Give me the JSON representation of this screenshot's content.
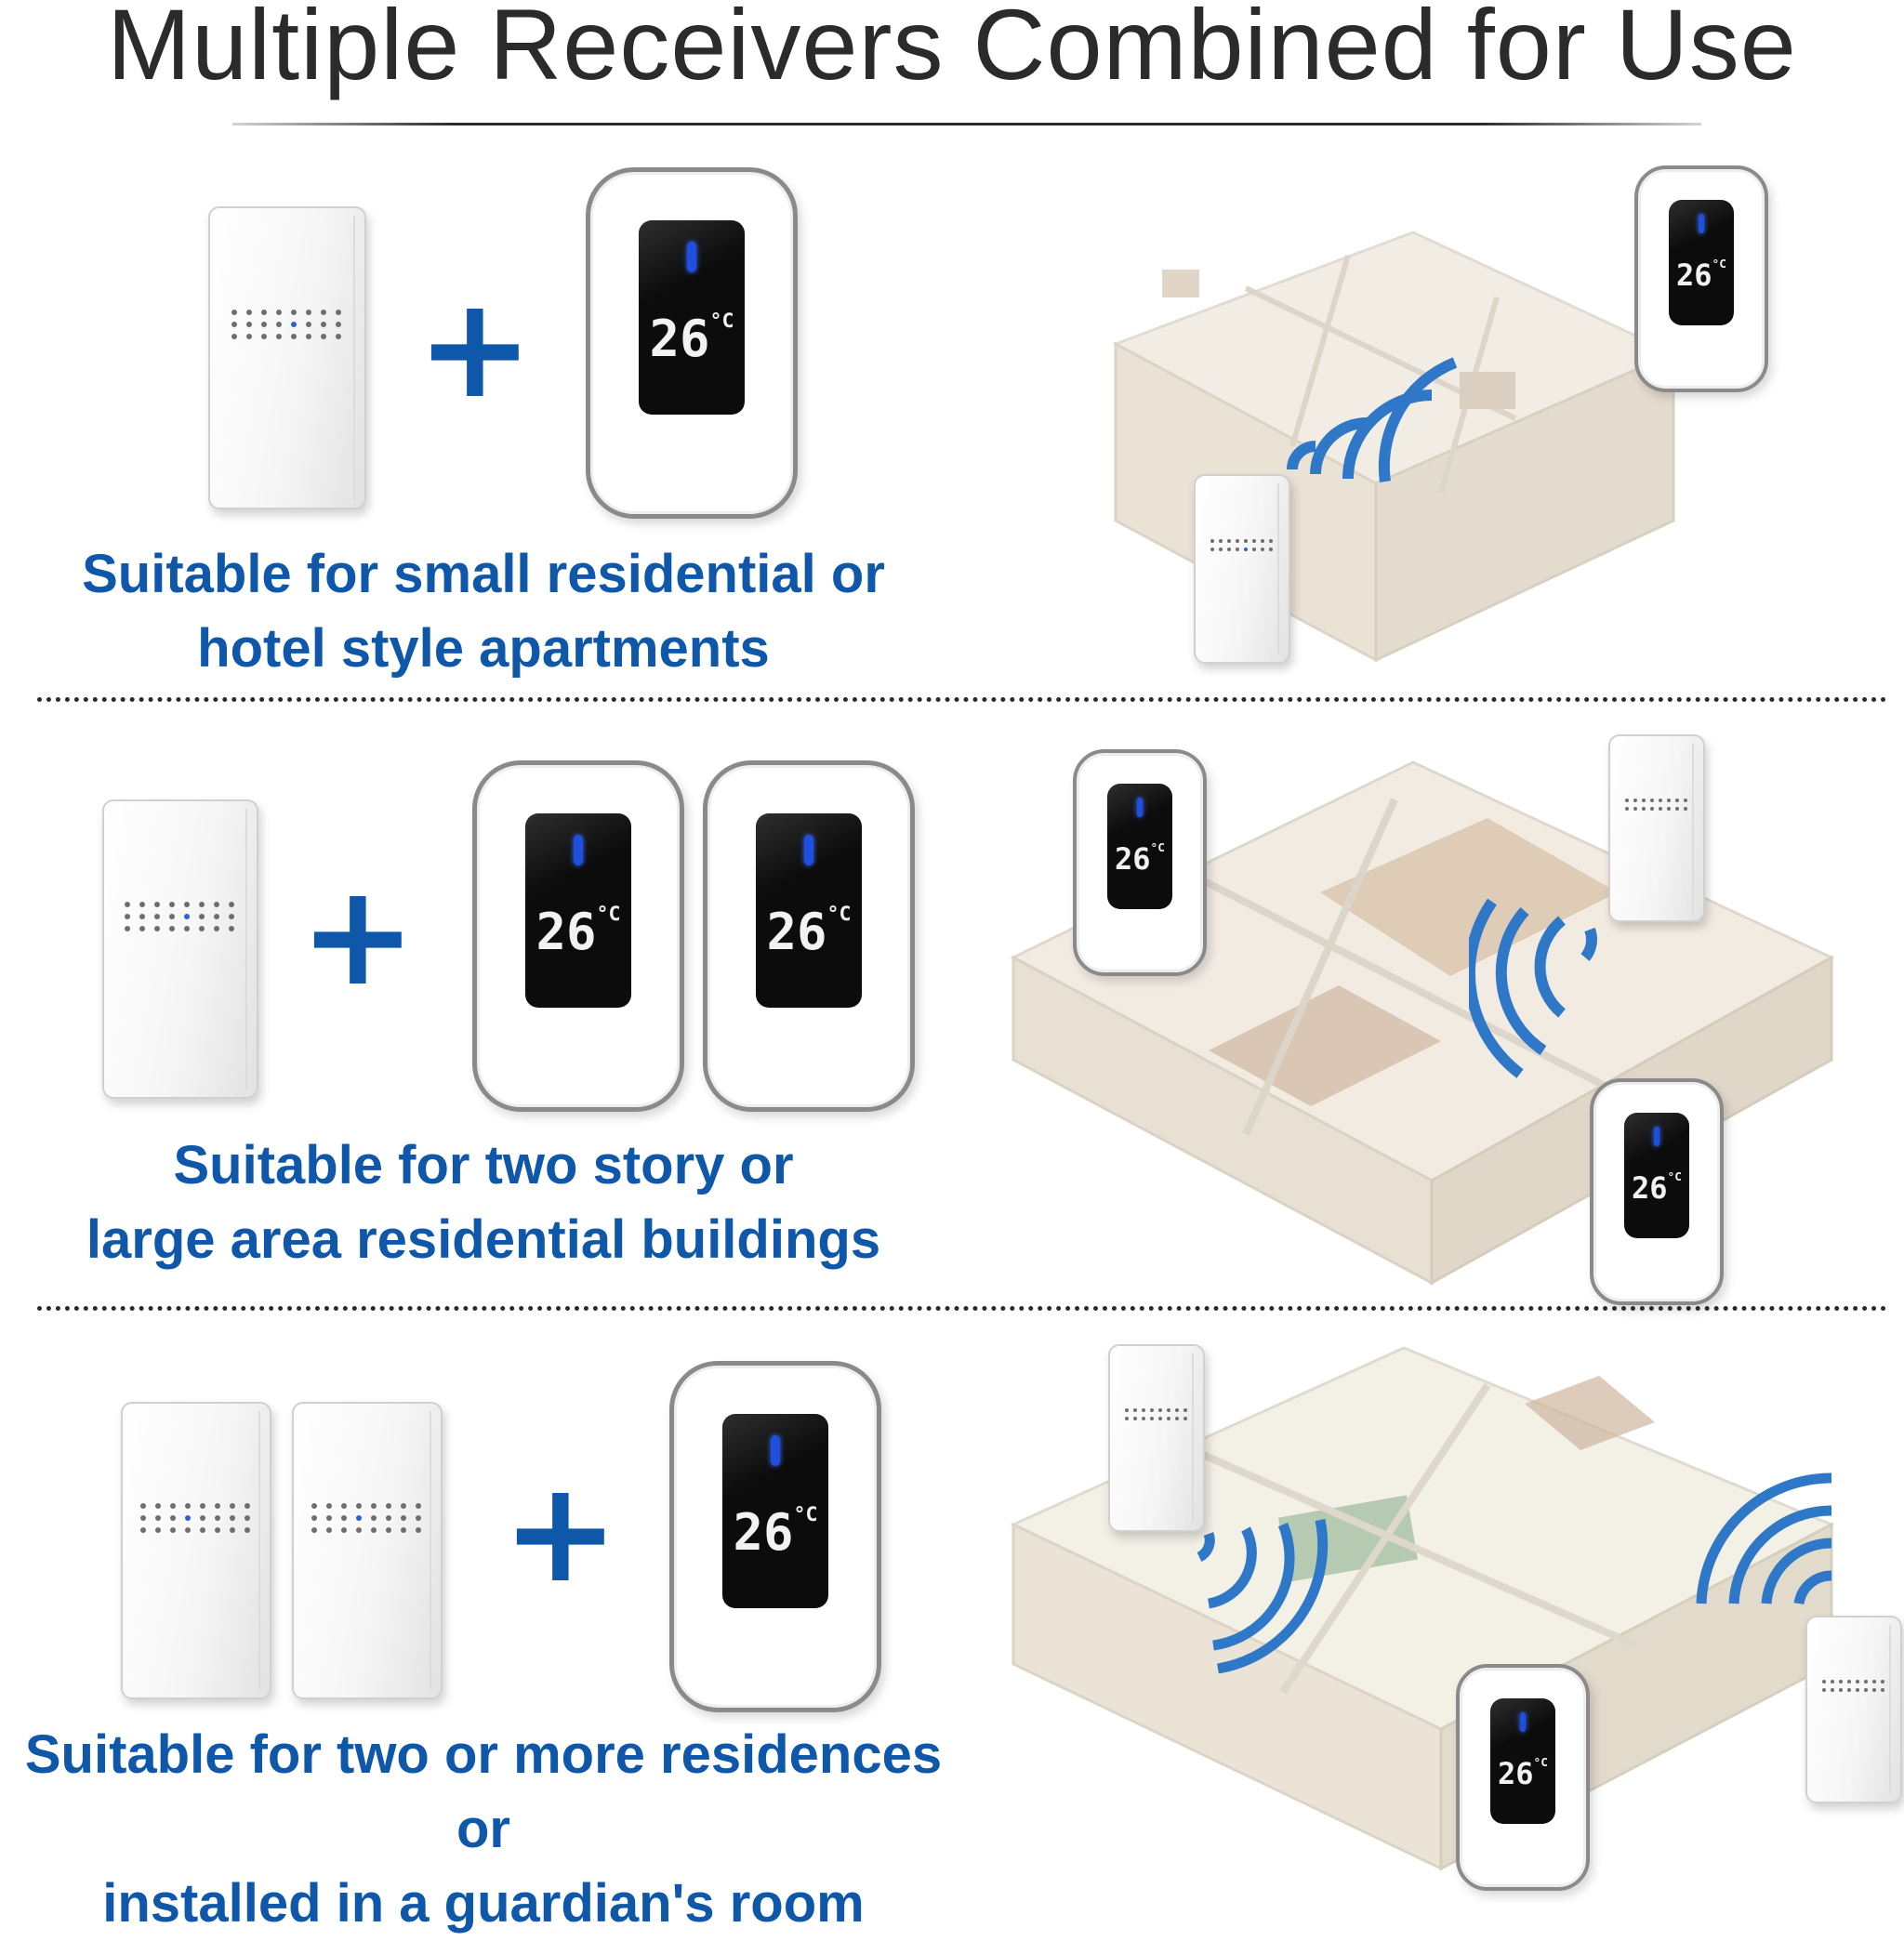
{
  "title": "Multiple Receivers Combined for Use",
  "display_temperature": "26",
  "display_unit": "°C",
  "sections": [
    {
      "caption_line1": "Suitable for small residential or",
      "caption_line2": "hotel style apartments"
    },
    {
      "caption_line1": "Suitable for two story or",
      "caption_line2": "large area residential buildings"
    },
    {
      "caption_line1": "Suitable for two or more residences or",
      "caption_line2": "installed in a guardian's room"
    }
  ],
  "colors": {
    "accent_blue": "#0f57a8",
    "led_blue": "#1e4fe0",
    "title_gray": "#2b2b2b"
  },
  "icons": {
    "plus": "+"
  }
}
